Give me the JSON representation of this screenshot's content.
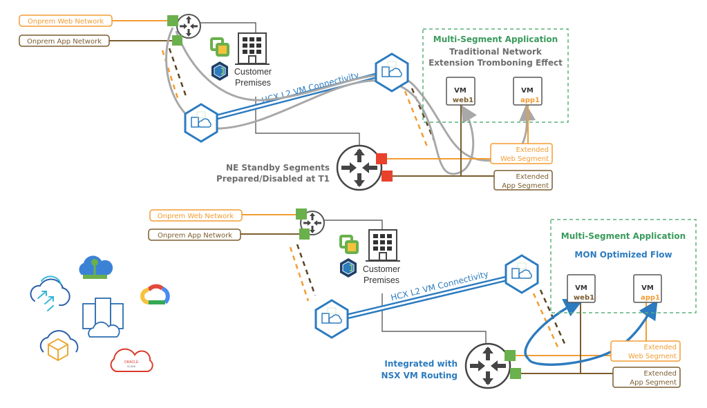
{
  "colors": {
    "web": "#f39c32",
    "app": "#7a5c2e",
    "hcx_blue": "#2c7bbf",
    "green_title": "#3a9a5c",
    "gray_text": "#6e6e6e",
    "active_port": "#6ab04c",
    "standby_port": "#e8412c",
    "trombone_path": "#a8a8a8"
  },
  "top": {
    "onprem_web": "Onprem Web Network",
    "onprem_app": "Onprem App Network",
    "premises": [
      "Customer",
      "Premises"
    ],
    "hcx_link": "HCX L2 VM Connectivity",
    "router_note": [
      "NE Standby Segments",
      "Prepared/Disabled at T1"
    ],
    "app_box_title": "Multi-Segment Application",
    "app_box_subtitle": [
      "Traditional Network",
      "Extension Tromboning Effect"
    ],
    "vm1": {
      "type": "VM",
      "name": "web1"
    },
    "vm2": {
      "type": "VM",
      "name": "app1"
    },
    "ext_web": [
      "Extended",
      "Web Segment"
    ],
    "ext_app": [
      "Extended",
      "App Segment"
    ]
  },
  "bottom": {
    "onprem_web": "Onprem Web Network",
    "onprem_app": "Onprem App Network",
    "premises": [
      "Customer",
      "Premises"
    ],
    "hcx_link": "HCX L2 VM Connectivity",
    "router_note": [
      "Integrated with",
      "NSX VM Routing"
    ],
    "app_box_title": "Multi-Segment Application",
    "app_box_subtitle": "MON Optimized Flow",
    "vm1": {
      "type": "VM",
      "name": "web1"
    },
    "vm2": {
      "type": "VM",
      "name": "app1"
    },
    "ext_web": [
      "Extended",
      "Web Segment"
    ],
    "ext_app": [
      "Extended",
      "App Segment"
    ]
  },
  "cloud_logos": {
    "oracle": [
      "ORACLE",
      "CLOUD"
    ],
    "icons": [
      "azure-cloud-icon",
      "vmware-cloud-icon",
      "datacenter-cloud-icon",
      "google-cloud-icon",
      "ibm-cloud-icon",
      "oracle-cloud-icon"
    ]
  }
}
